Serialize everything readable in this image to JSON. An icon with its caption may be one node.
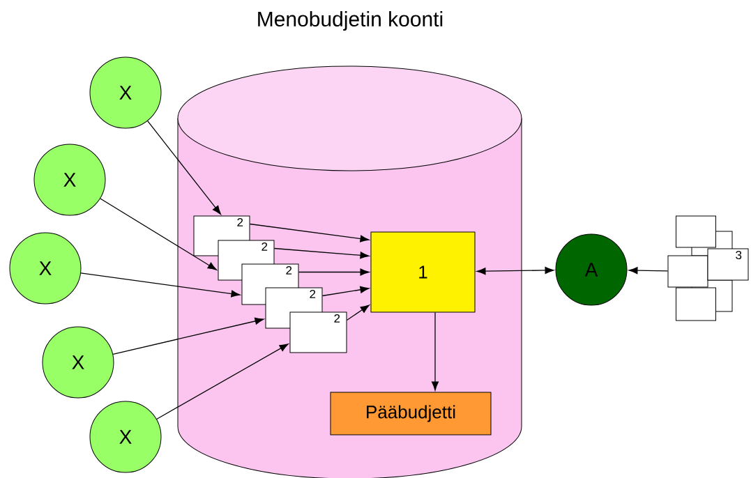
{
  "diagram": {
    "title": "Menobudjetin koonti",
    "nodes": [
      {
        "text": [],
        "shape": "cylinder"
      },
      {
        "text": [
          "2"
        ],
        "in": 0
      },
      {
        "text": [
          "2"
        ],
        "in": 0
      },
      {
        "text": [
          "2"
        ],
        "in": 0
      },
      {
        "text": [
          "2"
        ],
        "in": 0
      },
      {
        "text": [
          "2"
        ],
        "in": 0
      },
      {
        "text": [
          "1"
        ],
        "in": 0
      },
      {
        "text": [
          "Pääbudjetti"
        ],
        "in": 0
      },
      {
        "text": [
          "X"
        ]
      },
      {
        "text": [
          "X"
        ]
      },
      {
        "text": [
          "X"
        ]
      },
      {
        "text": [
          "X"
        ]
      },
      {
        "text": [
          "X"
        ]
      },
      {
        "text": [
          "A"
        ]
      },
      {
        "text": [],
        "shape": "box"
      },
      {
        "text": [],
        "shape": "box"
      },
      {
        "text": [
          "3"
        ]
      },
      {
        "text": [],
        "shape": "box"
      }
    ],
    "edges": [
      {
        "from": 8,
        "to": 1,
        "arrow": "to"
      },
      {
        "from": 9,
        "to": 2,
        "arrow": "to"
      },
      {
        "from": 10,
        "to": 3,
        "arrow": "to"
      },
      {
        "from": 11,
        "to": 4,
        "arrow": "to"
      },
      {
        "from": 12,
        "to": 5,
        "arrow": "to"
      },
      {
        "from": 1,
        "to": 6,
        "arrow": "to"
      },
      {
        "from": 2,
        "to": 6,
        "arrow": "to"
      },
      {
        "from": 3,
        "to": 6,
        "arrow": "to"
      },
      {
        "from": 4,
        "to": 6,
        "arrow": "to"
      },
      {
        "from": 5,
        "to": 6,
        "arrow": "to"
      },
      {
        "from": 6,
        "to": 7,
        "arrow": "to"
      },
      {
        "from": 6,
        "to": 13,
        "arrow": "both"
      },
      {
        "from": 15,
        "to": 13,
        "arrow": "to"
      }
    ]
  }
}
